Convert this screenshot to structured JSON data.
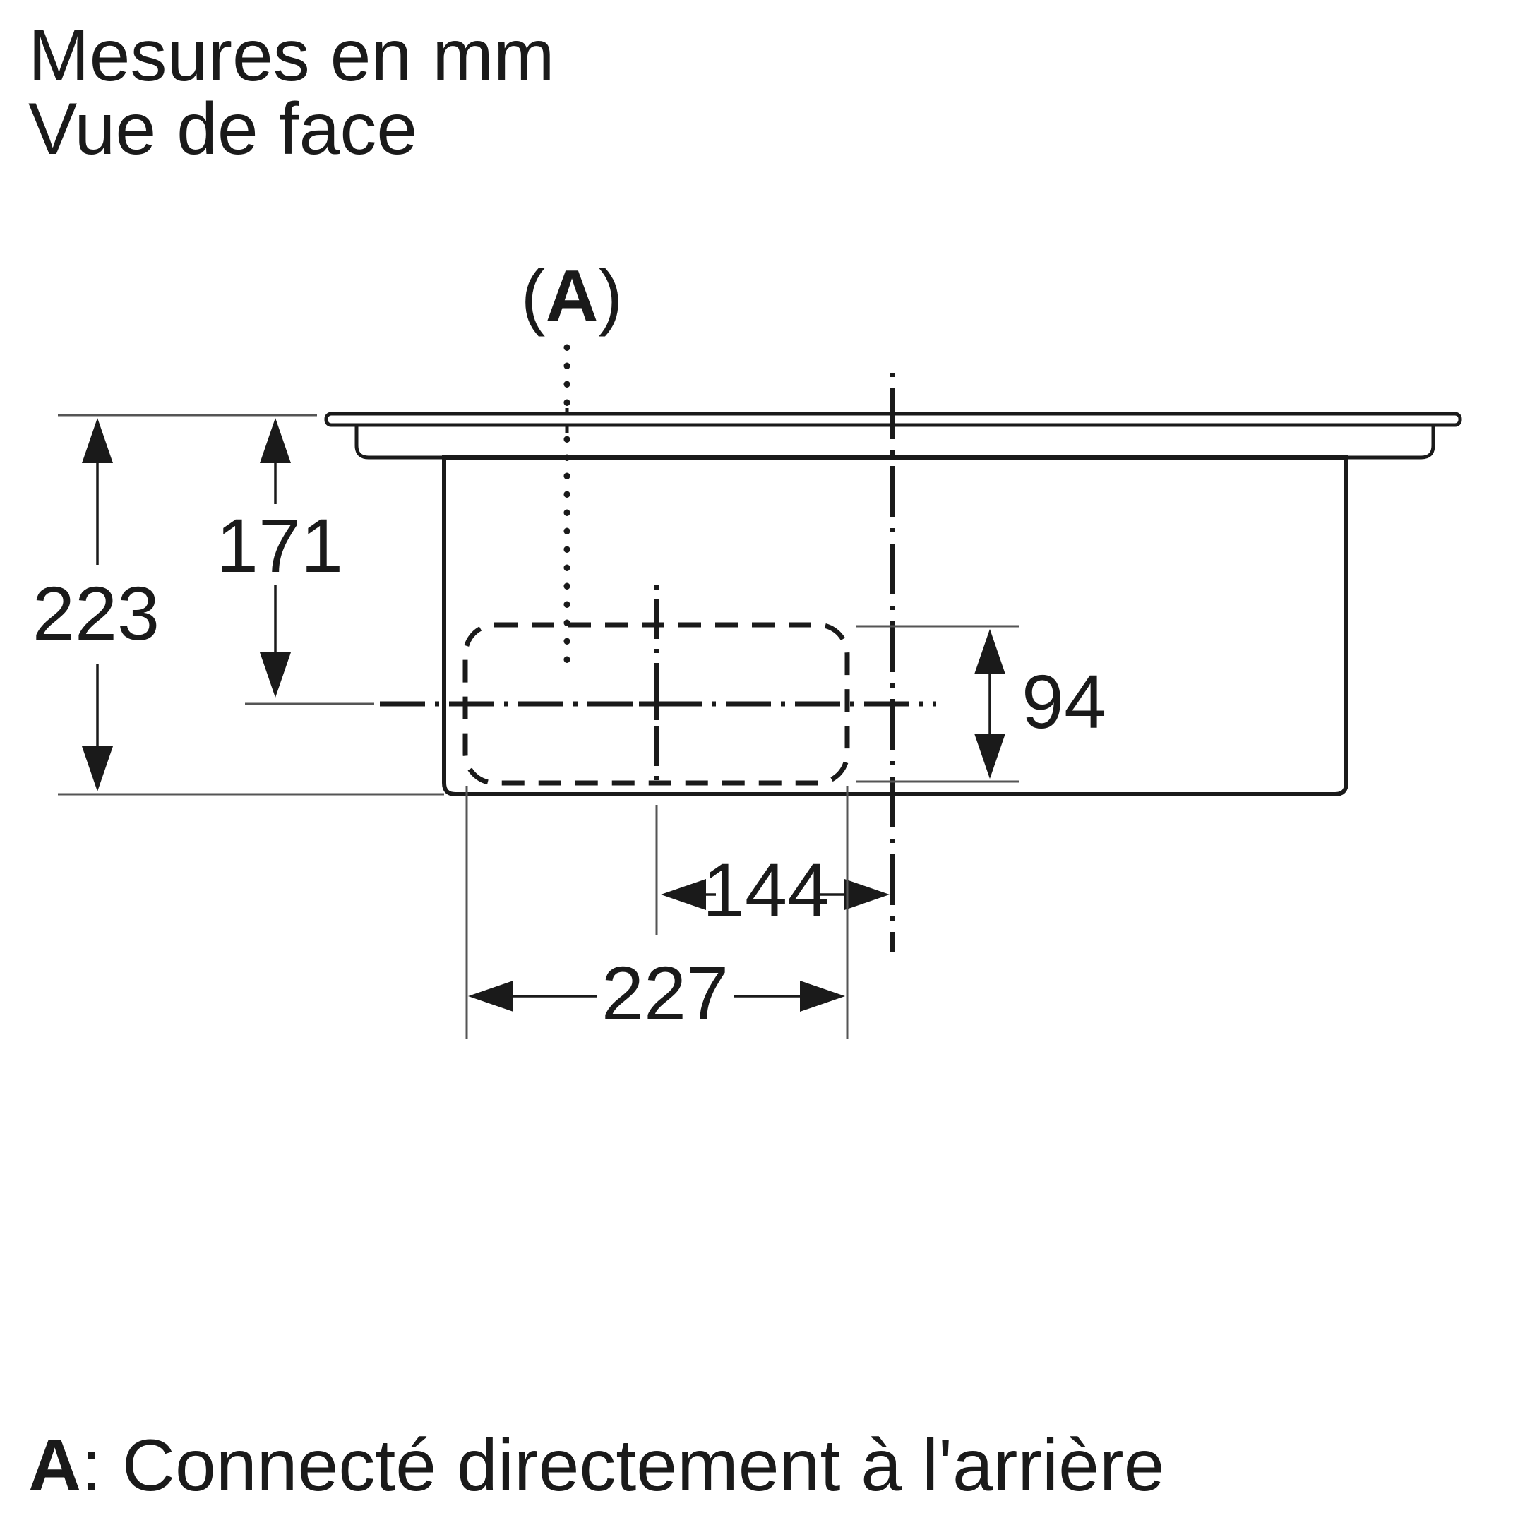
{
  "title": {
    "line1": "Mesures en mm",
    "line2": "Vue de face"
  },
  "drawing": {
    "callout": {
      "open": "(",
      "letter": "A",
      "close": ")"
    },
    "dimensions": {
      "overall_depth": "223",
      "surface_to_axis": "171",
      "outlet_height": "94",
      "axis_to_connection": "144",
      "outlet_width": "227"
    }
  },
  "footnote": {
    "marker": "A",
    "text": ": Connecté directement à l'arrière"
  },
  "colors": {
    "ink": "#1a1a1a",
    "thin_line": "#555555",
    "outlet_fill": "#f0f0f0",
    "background": "#ffffff"
  }
}
